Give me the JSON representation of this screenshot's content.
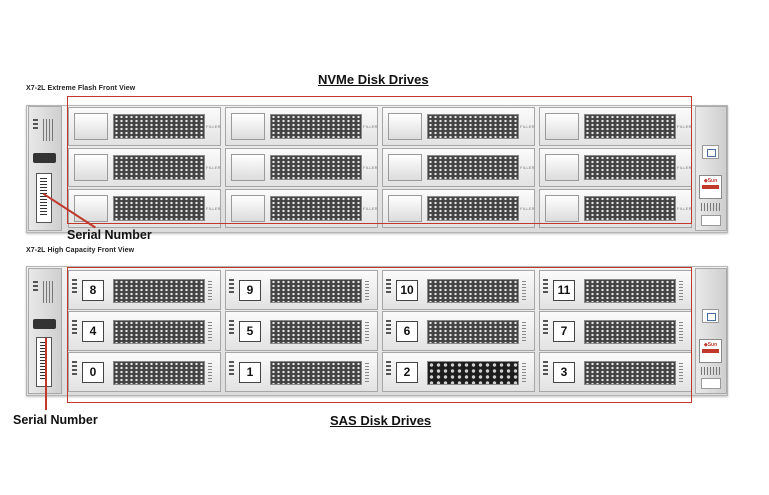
{
  "top_chassis": {
    "caption": "X7-2L Extreme Flash Front View",
    "drive_group_title": "NVMe Disk Drives",
    "serial_callout": "Serial Number",
    "filler_label": "FILLER"
  },
  "bottom_chassis": {
    "caption": "X7-2L High Capacity Front View",
    "drive_group_title": "SAS Disk Drives",
    "serial_callout": "Serial Number",
    "slots": [
      [
        "8",
        "9",
        "10",
        "11"
      ],
      [
        "4",
        "5",
        "6",
        "7"
      ],
      [
        "0",
        "1",
        "2",
        "3"
      ]
    ]
  },
  "colors": {
    "highlight": "#c0392b",
    "chassis": "#e4e4e4"
  },
  "icons": [
    "sun-oracle-logo-icon",
    "status-led-icon",
    "hdd-bay-icon"
  ]
}
